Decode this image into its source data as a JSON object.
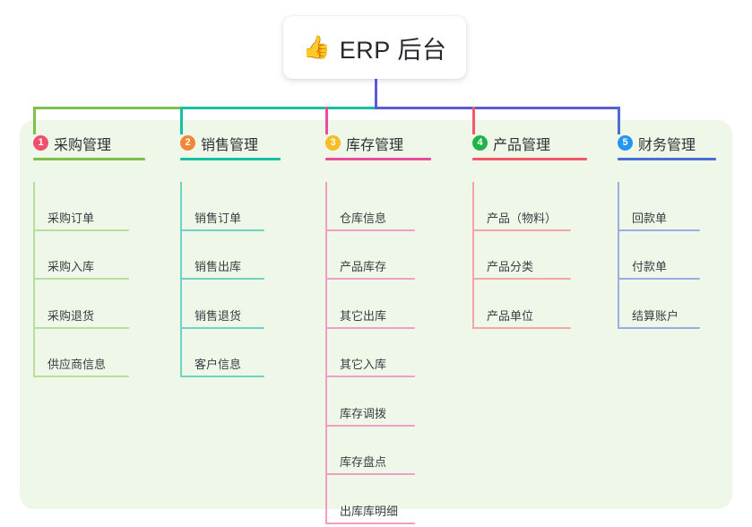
{
  "root": {
    "icon": "thumbs-up-emoji",
    "emoji": "👍",
    "title": "ERP 后台"
  },
  "palette": {
    "panel_bg": "#eff7e9",
    "card_bg": "#ffffff",
    "text": "#2e3033",
    "bus_green": "#7fc04a",
    "bus_teal": "#17bfa6",
    "bus_purple": "#5b5bd6"
  },
  "columns": [
    {
      "index": "1",
      "title": "采购管理",
      "badge_color": "#f0506e",
      "line_color": "#7fc04a",
      "item_line_color": "#b9dd9d",
      "drop_color": "#7fc04a",
      "items": [
        "采购订单",
        "采购入库",
        "采购退货",
        "供应商信息"
      ]
    },
    {
      "index": "2",
      "title": "销售管理",
      "badge_color": "#f2873a",
      "line_color": "#17bfa6",
      "item_line_color": "#6fd2c4",
      "drop_color": "#17bfa6",
      "items": [
        "销售订单",
        "销售出库",
        "销售退货",
        "客户信息"
      ]
    },
    {
      "index": "3",
      "title": "库存管理",
      "badge_color": "#f5bd26",
      "line_color": "#ea4c9b",
      "item_line_color": "#f29cc6",
      "drop_color": "#ea4c9b",
      "items": [
        "仓库信息",
        "产品库存",
        "其它出库",
        "其它入库",
        "库存调拨",
        "库存盘点",
        "出库库明细"
      ]
    },
    {
      "index": "4",
      "title": "产品管理",
      "badge_color": "#22b24c",
      "line_color": "#f4596a",
      "item_line_color": "#f8a3a8",
      "drop_color": "#f4596a",
      "items": [
        "产品（物料）",
        "产品分类",
        "产品单位"
      ]
    },
    {
      "index": "5",
      "title": "财务管理",
      "badge_color": "#2196f3",
      "line_color": "#4a6fd4",
      "item_line_color": "#9aaee2",
      "drop_color": "#4a6fd4",
      "items": [
        "回款单",
        "付款单",
        "结算账户"
      ]
    }
  ]
}
